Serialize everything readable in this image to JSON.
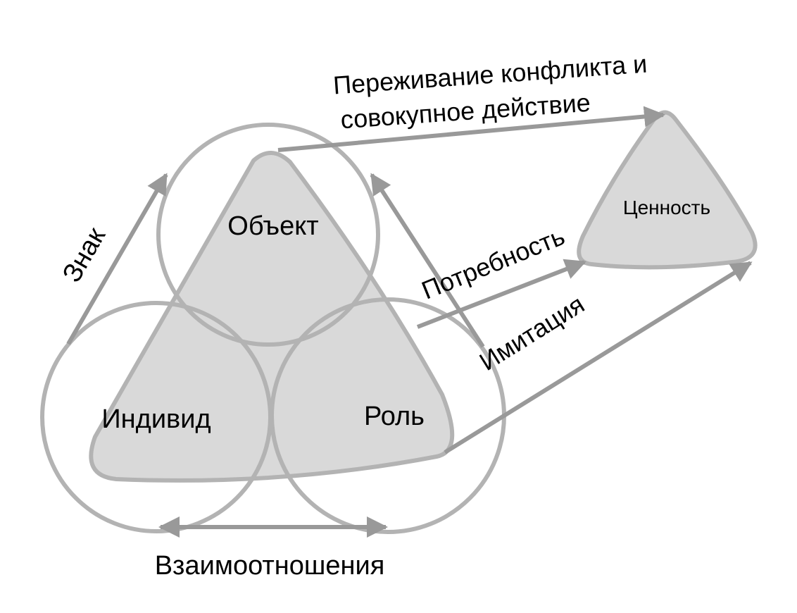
{
  "nodes": {
    "object": "Объект",
    "individual": "Индивид",
    "role": "Роль",
    "value": "Ценность"
  },
  "edges": {
    "sign": "Знак",
    "conflict_line1": "Переживание конфликта и",
    "conflict_line2": "совокупное действие",
    "need": "Потребность",
    "imitation": "Имитация",
    "relations": "Взаимоотношения"
  },
  "colors": {
    "circle_stroke": "#b3b3b3",
    "shape_fill": "#d9d9d9",
    "arrow": "#999999"
  }
}
